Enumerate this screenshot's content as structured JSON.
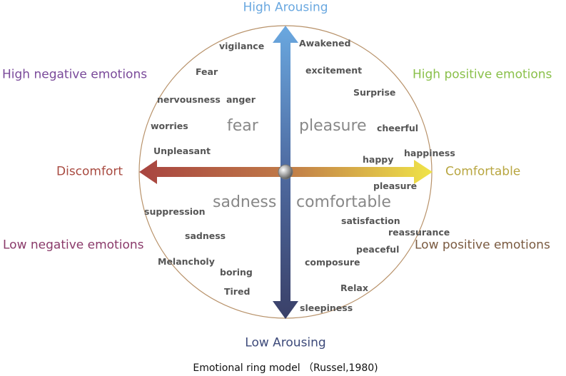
{
  "axes": {
    "top": "High Arousing",
    "bottom": "Low Arousing",
    "left": "Discomfort",
    "right": "Comfortable"
  },
  "quadrant_labels": {
    "high_negative": "High negative emotions",
    "high_positive": "High positive emotions",
    "low_negative": "Low negative emotions",
    "low_positive": "Low positive emotions"
  },
  "quadrant_titles": {
    "top_left": "fear",
    "top_right": "pleasure",
    "bottom_left": "sadness",
    "bottom_right": "comfortable"
  },
  "words": {
    "top_left": [
      "vigilance",
      "Fear",
      "nervousness",
      "anger",
      "worries",
      "Unpleasant"
    ],
    "top_right": [
      "Awakened",
      "excitement",
      "Surprise",
      "cheerful",
      "happy",
      "happiness"
    ],
    "bottom_right": [
      "pleasure",
      "satisfaction",
      "reassurance",
      "peaceful",
      "composure",
      "Relax",
      "sleepiness"
    ],
    "bottom_left": [
      "suppression",
      "sadness",
      "Melancholy",
      "boring",
      "Tired"
    ]
  },
  "caption": "Emotional ring model （Russel,1980)",
  "colors": {
    "top": "#6aa8e0",
    "bottom": "#3d4a7a",
    "left": "#a84a40",
    "right": "#b8a640",
    "high_negative": "#7a4a9a",
    "high_positive": "#8ac04a",
    "low_negative": "#8a3a6a",
    "low_positive": "#7a5a40"
  }
}
